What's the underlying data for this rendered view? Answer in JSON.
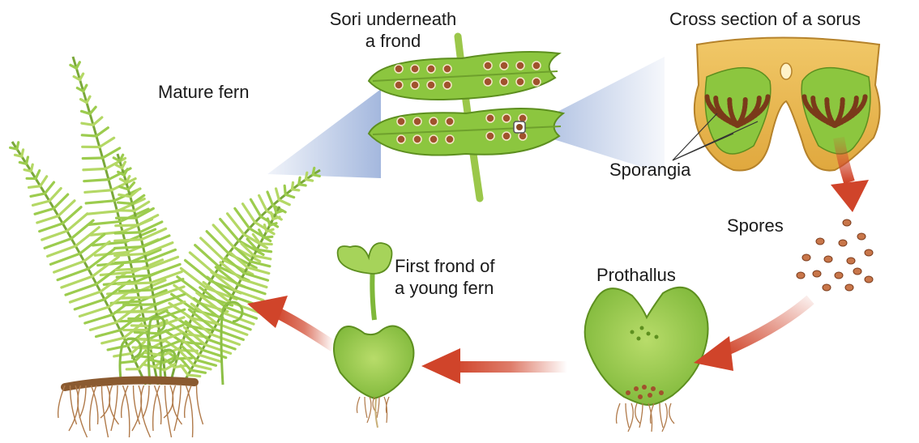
{
  "labels": {
    "sori": [
      "Sori underneath",
      "a frond"
    ],
    "cross_section": "Cross section of a sorus",
    "mature_fern": "Mature fern",
    "sporangia": "Sporangia",
    "spores": "Spores",
    "prothallus": "Prothallus",
    "first_frond": [
      "First frond of",
      "a young fern"
    ]
  },
  "colors": {
    "leaf": "#8cc63f",
    "leaf_dark": "#5d8f1f",
    "leaf_light": "#b8dc6a",
    "sorus": "#a0522d",
    "tissue": "#e8b84a",
    "arrow": "#d0442a",
    "zoom_cone": "#9fb4dc",
    "root": "#b07a4a"
  }
}
